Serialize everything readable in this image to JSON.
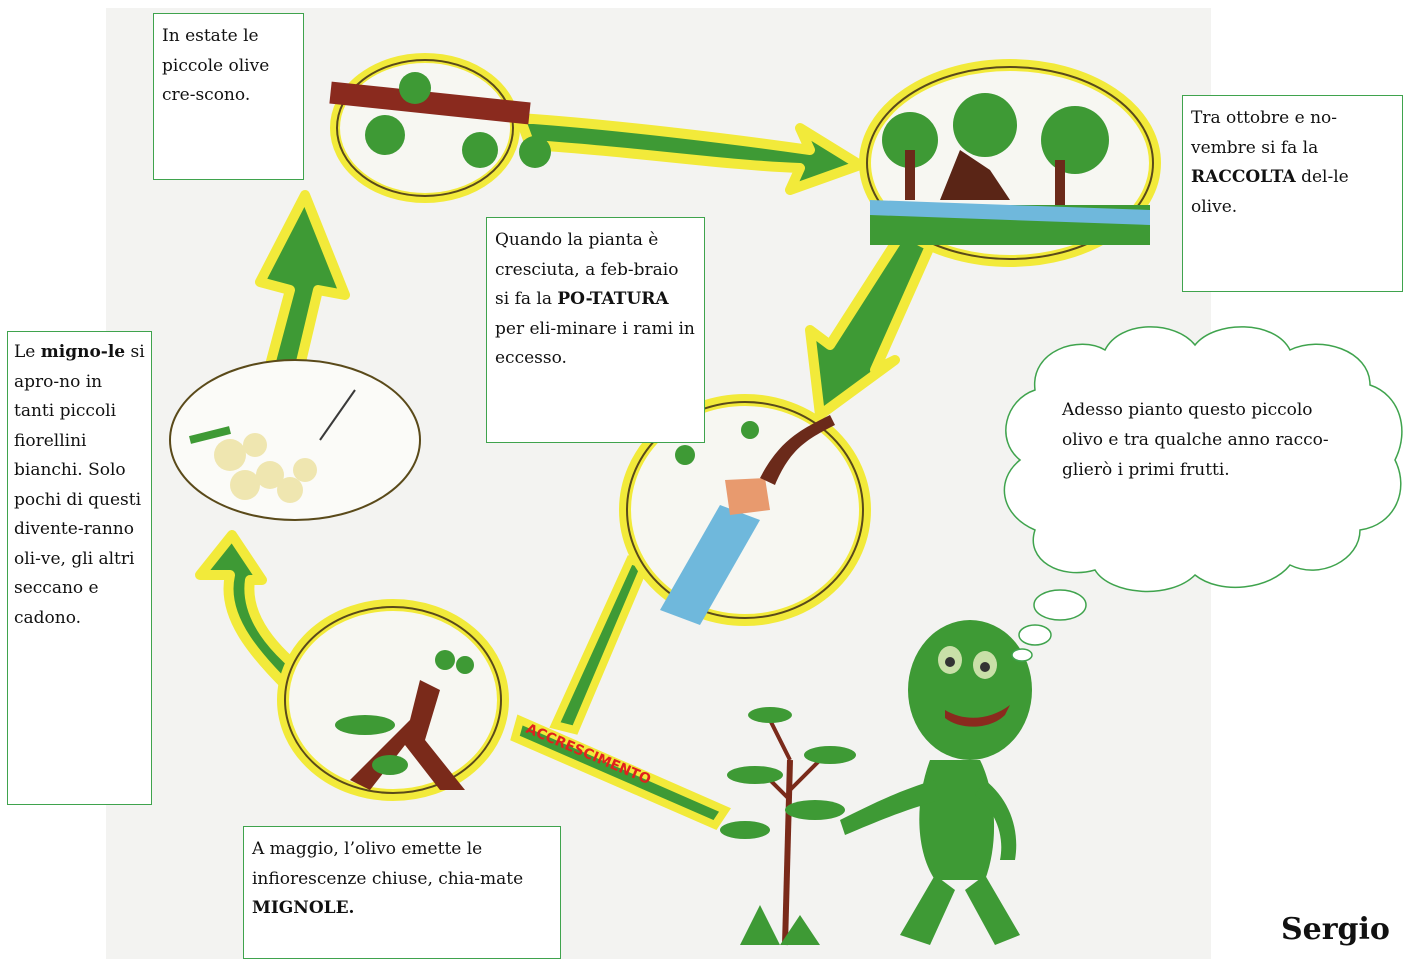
{
  "notes": {
    "summer": "In estate le piccole olive cre-scono.",
    "harvest_pre": "Tra ottobre e no-vembre si fa la ",
    "harvest_bold": "RACCOLTA",
    "harvest_post": " del-le olive.",
    "pruning_pre": "Quando la pianta è cresciuta, a feb-braio si fa la ",
    "pruning_bold": "PO-TATURA",
    "pruning_post": " per eli-minare i rami in eccesso.",
    "flowers_pre": "Le ",
    "flowers_bold": "migno-le",
    "flowers_post": " si apro-no in tanti piccoli fiorellini bianchi. Solo pochi di questi divente-ranno oli-ve, gli altri seccano e cadono.",
    "may_pre": "A maggio, l’olivo emette le infiorescenze chiuse, chia-mate ",
    "may_bold": "MIGNOLE."
  },
  "thought_bubble": "Adesso pianto questo piccolo olivo e tra qualche anno racco-glierò i primi frutti.",
  "growth_label": "ACCRESCIMENTO",
  "author": "Sergio",
  "colors": {
    "arrow_green": "#3e9a35",
    "halo_yellow": "#f2ea3a",
    "box_border": "#3fa34d",
    "trunk_brown": "#6b2a1a",
    "water_blue": "#6fb8dc",
    "label_red": "#e0201e"
  }
}
